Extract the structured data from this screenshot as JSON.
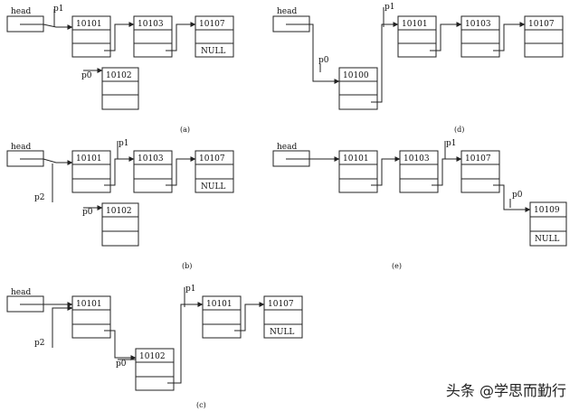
{
  "panels": [
    {
      "caption": "(a)",
      "head_label": "head",
      "pointer_labels": [
        "p1",
        "p0"
      ],
      "nodes": [
        "10101",
        "10103",
        "10107",
        "10102"
      ],
      "null_label": "NULL"
    },
    {
      "caption": "(b)",
      "head_label": "head",
      "pointer_labels": [
        "p1",
        "p2",
        "p0"
      ],
      "nodes": [
        "10101",
        "10103",
        "10107",
        "10102"
      ],
      "null_label": "NULL"
    },
    {
      "caption": "(c)",
      "head_label": "head",
      "pointer_labels": [
        "p1",
        "p2",
        "p0"
      ],
      "nodes": [
        "10101",
        "10101",
        "10107",
        "10102"
      ],
      "null_label": "NULL"
    },
    {
      "caption": "(d)",
      "head_label": "head",
      "pointer_labels": [
        "p1",
        "p0"
      ],
      "nodes": [
        "10101",
        "10103",
        "10107",
        "10100"
      ],
      "null_label": ""
    },
    {
      "caption": "(e)",
      "head_label": "head",
      "pointer_labels": [
        "p1",
        "p0"
      ],
      "nodes": [
        "10101",
        "10103",
        "10107",
        "10109"
      ],
      "null_label": "NULL"
    }
  ],
  "watermark": "头条 @学思而勤行"
}
